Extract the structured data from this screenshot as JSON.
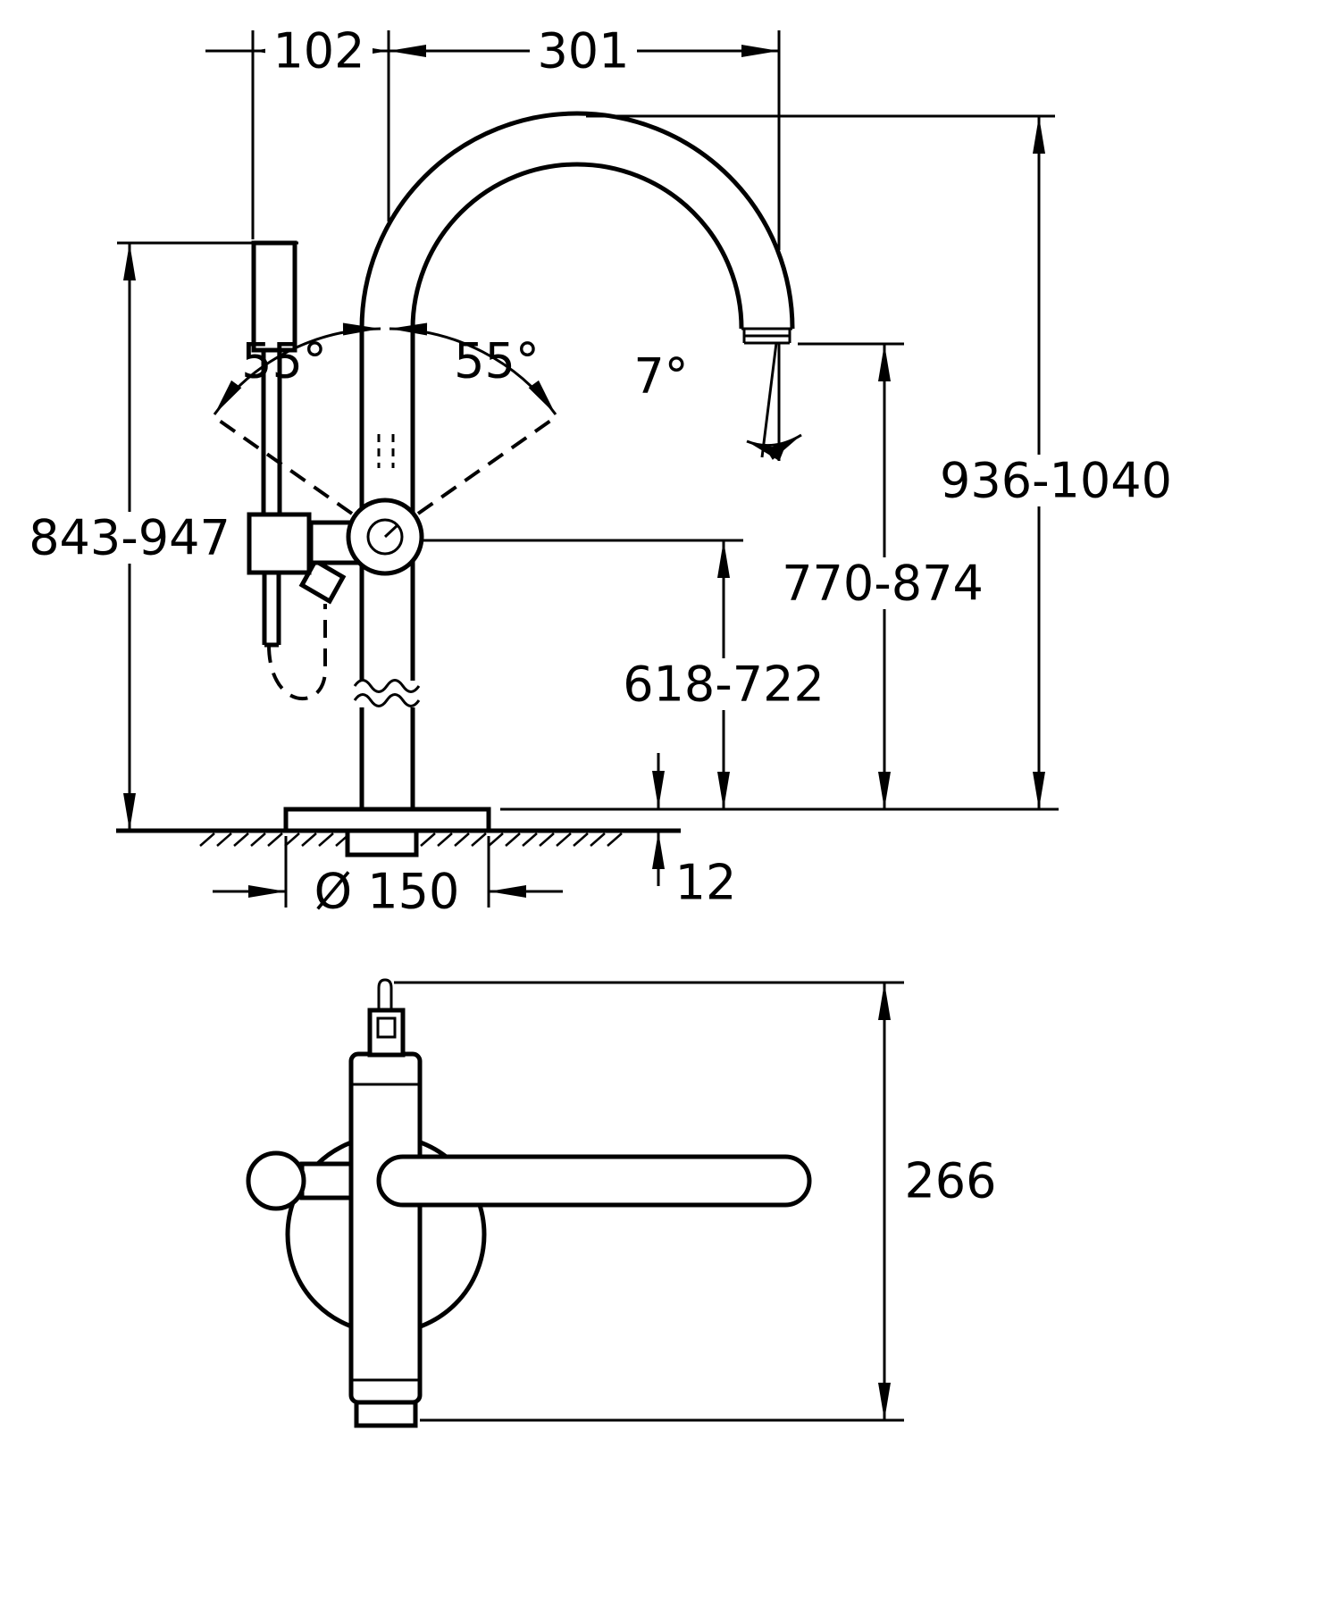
{
  "labels": {
    "top_offset": "102",
    "spout_reach": "301",
    "handle_angle_left": "55°",
    "handle_angle_right": "55°",
    "spout_angle": "7°",
    "shower_height": "843-947",
    "total_height": "936-1040",
    "spout_height": "770-874",
    "handle_height": "618-722",
    "base_diameter": "Ø 150",
    "base_plate_height": "12",
    "plan_length": "266"
  },
  "colors": {
    "line": "#000000",
    "background": "#ffffff"
  }
}
